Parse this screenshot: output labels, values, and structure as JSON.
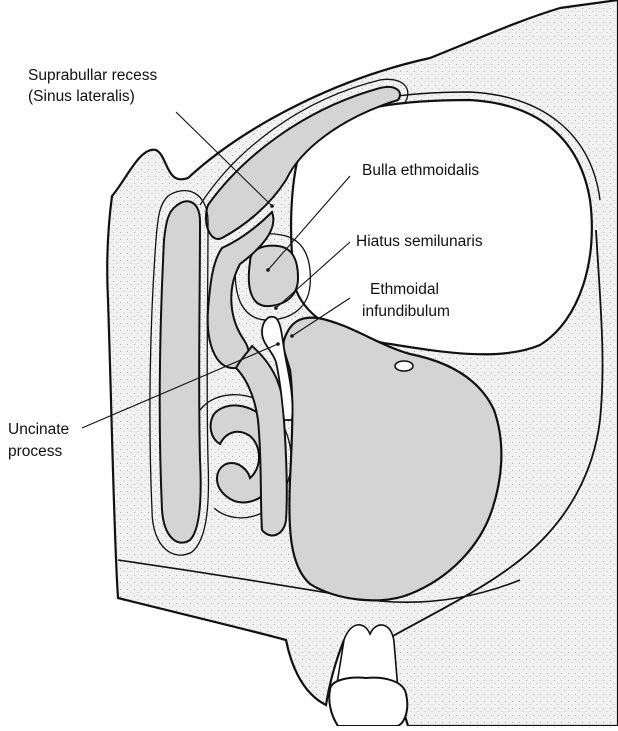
{
  "diagram": {
    "labels": {
      "suprabullar_recess": [
        "Suprabullar recess",
        "(Sinus lateralis)"
      ],
      "bulla_ethmoidalis": "Bulla ethmoidalis",
      "hiatus_semilunaris": "Hiatus semilunaris",
      "ethmoidal_infundibulum": [
        "Ethmoidal",
        "infundibulum"
      ],
      "uncinate_process": [
        "Uncinate",
        "process"
      ]
    },
    "colors": {
      "outline": "#111111",
      "bone_stipple": "#f1f1f1",
      "mucosa_cavity": "#d4d4d4",
      "air_space": "#ffffff"
    }
  }
}
